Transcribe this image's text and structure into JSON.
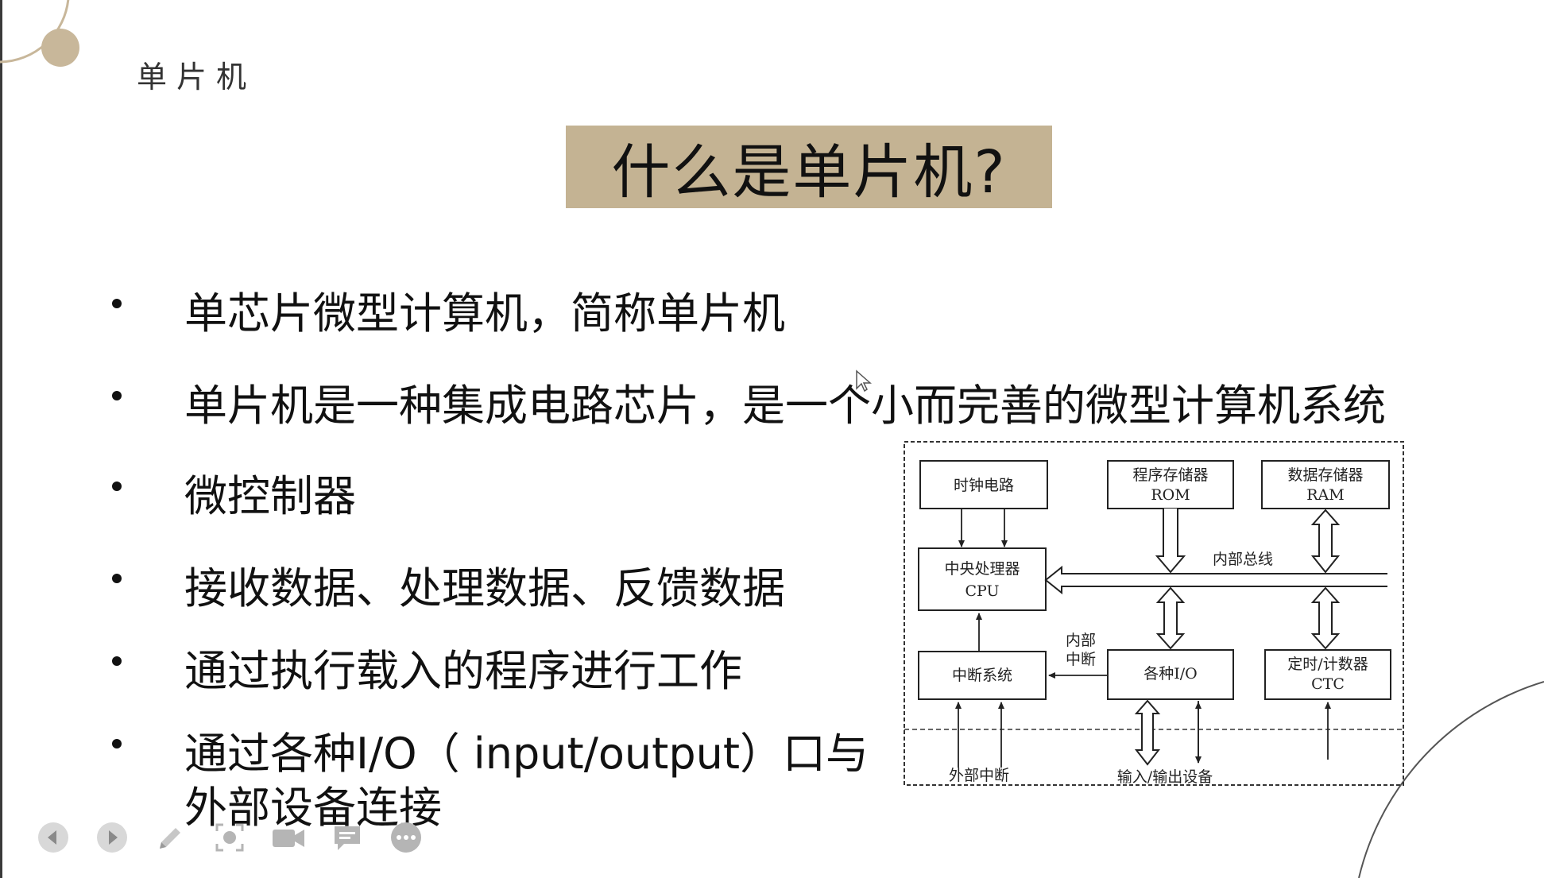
{
  "header": {
    "section_label": "单片机"
  },
  "title": {
    "text": "什么是单片机?"
  },
  "bullets": [
    {
      "text": "单芯片微型计算机，简称单片机"
    },
    {
      "text": "单片机是一种集成电路芯片，是一个小而完善的微型计算机系统"
    },
    {
      "text": "微控制器"
    },
    {
      "text": "接收数据、处理数据、反馈数据"
    },
    {
      "text": "通过执行载入的程序进行工作"
    },
    {
      "text": "通过各种I/O（ input/output）口与",
      "continuation": "外部设备连接"
    }
  ],
  "diagram": {
    "clock": "时钟电路",
    "rom_line1": "程序存储器",
    "rom_line2": "ROM",
    "ram_line1": "数据存储器",
    "ram_line2": "RAM",
    "cpu_line1": "中央处理器",
    "cpu_line2": "CPU",
    "bus": "内部总线",
    "internal_irq_line1": "内部",
    "internal_irq_line2": "中断",
    "interrupt": "中断系统",
    "io": "各种I/O",
    "timer_line1": "定时/计数器",
    "timer_line2": "CTC",
    "external_irq": "外部中断",
    "io_devices": "输入/输出设备"
  },
  "colors": {
    "title_bg": "#c4b393",
    "accent_circle": "#c8b79a"
  },
  "toolbar": {
    "icons": [
      "prev-icon",
      "next-icon",
      "pen-icon",
      "screenshot-icon",
      "camera-icon",
      "comment-icon",
      "more-icon"
    ]
  }
}
